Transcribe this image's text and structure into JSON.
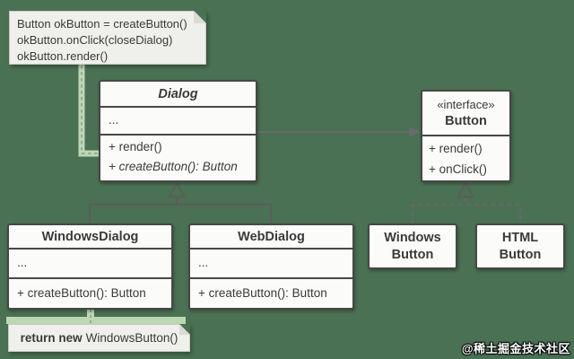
{
  "colors": {
    "background": "#4A7153",
    "box_fill": "#FBFBFA",
    "box_border": "#474747",
    "note_fill": "#EFEFEB",
    "connector_highlight": "#BCD8B2",
    "line_gray": "#6A6A6A",
    "text": "#3A3A3A"
  },
  "notes": {
    "top": {
      "lines": [
        "Button okButton = createButton()",
        "okButton.onClick(closeDialog)",
        "okButton.render()"
      ]
    },
    "bottom": {
      "bold": "return new",
      "rest": "WindowsButton()"
    }
  },
  "classes": {
    "dialog": {
      "title": "Dialog",
      "attrs": "...",
      "methods": [
        "+ render()",
        "+ createButton(): Button"
      ]
    },
    "button_interface": {
      "stereotype": "«interface»",
      "title": "Button",
      "methods": [
        "+ render()",
        "+ onClick()"
      ]
    },
    "windows_dialog": {
      "title": "WindowsDialog",
      "attrs": "...",
      "methods": [
        "+ createButton(): Button"
      ]
    },
    "web_dialog": {
      "title": "WebDialog",
      "attrs": "...",
      "methods": [
        "+ createButton(): Button"
      ]
    },
    "windows_button": {
      "title_line1": "Windows",
      "title_line2": "Button"
    },
    "html_button": {
      "title_line1": "HTML",
      "title_line2": "Button"
    }
  },
  "watermark": "@稀土掘金技术社区"
}
